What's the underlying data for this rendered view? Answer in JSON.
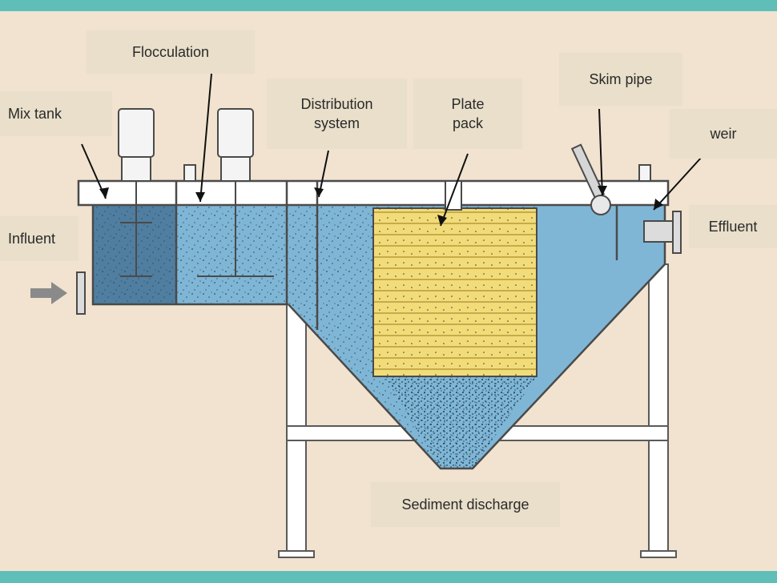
{
  "labels": {
    "flocculation": "Flocculation",
    "mix_tank": "Mix tank",
    "distribution_system": "Distribution\nsystem",
    "plate_pack": "Plate\npack",
    "skim_pipe": "Skim pipe",
    "weir": "weir",
    "influent": "Influent",
    "effluent": "Effluent",
    "sediment_discharge": "Sediment discharge"
  },
  "colors": {
    "background": "#f1e3cf",
    "frame_band": "#5fbfb8",
    "water_light": "#7fb6d6",
    "water_dark": "#4f7ea0",
    "plate_pack": "#f2dc7a",
    "tank_wall": "#ffffff"
  }
}
